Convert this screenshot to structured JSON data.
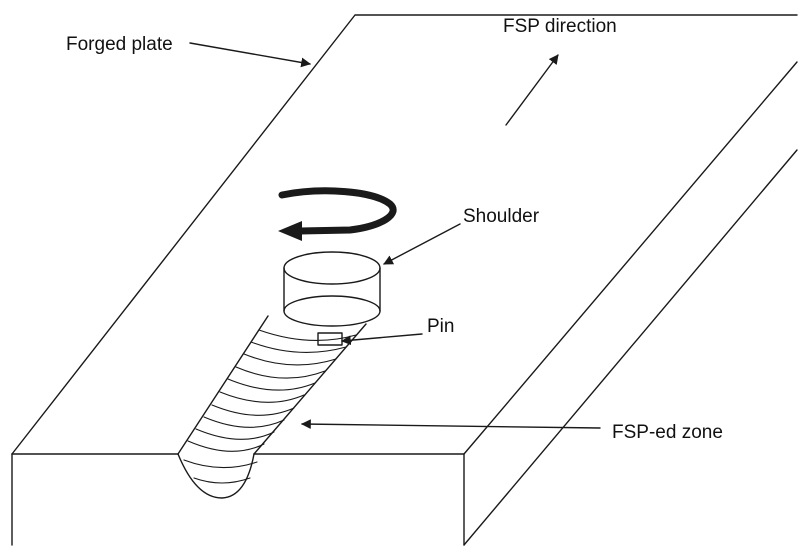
{
  "labels": {
    "forged_plate": "Forged plate",
    "fsp_direction": "FSP direction",
    "shoulder": "Shoulder",
    "pin": "Pin",
    "fsped_zone": "FSP-ed zone"
  },
  "colors": {
    "line": "#1a1a1a",
    "background": "#ffffff",
    "text": "#111111"
  },
  "icons": {
    "rotation": "curved-rotation-arrow-icon"
  }
}
